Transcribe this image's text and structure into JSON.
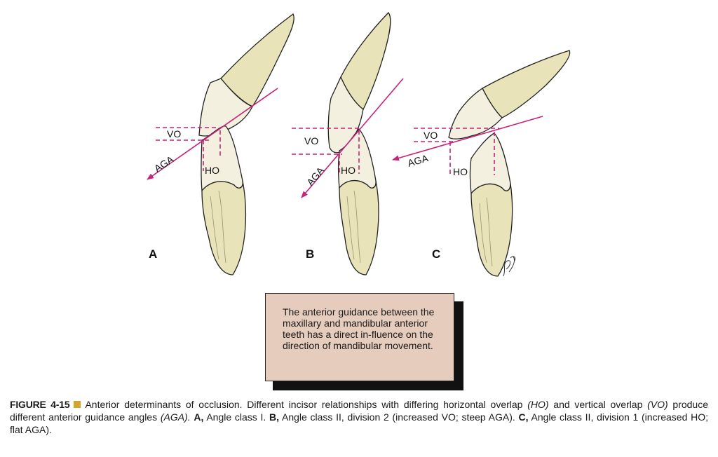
{
  "figure": {
    "panels": [
      {
        "id": "A",
        "label": "A",
        "annotations": {
          "vo": "VO",
          "ho": "HO",
          "aga": "AGA"
        }
      },
      {
        "id": "B",
        "label": "B",
        "annotations": {
          "vo": "VO",
          "ho": "HO",
          "aga": "AGA"
        }
      },
      {
        "id": "C",
        "label": "C",
        "annotations": {
          "vo": "VO",
          "ho": "HO",
          "aga": "AGA"
        }
      }
    ],
    "colors": {
      "crown": "#f3f0df",
      "root": "#e8e3b8",
      "guide_line": "#c8237a",
      "outline": "#222222"
    }
  },
  "callout": {
    "text": "The anterior guidance between the maxillary and mandibular anterior teeth has a direct in-fluence on the direction of mandibular movement."
  },
  "caption": {
    "label": "FIGURE 4-15",
    "t1": "Anterior determinants of occlusion. Different incisor relationships with differing horizontal overlap ",
    "ho": "(HO)",
    "t2": " and vertical overlap ",
    "vo": "(VO)",
    "t3": " produce different anterior guidance angles ",
    "aga": "(AGA).",
    "a_label": "A,",
    "a_text": " Angle class I. ",
    "b_label": "B,",
    "b_text": " Angle class II, division 2 (increased VO; steep AGA). ",
    "c_label": "C,",
    "c_text": " Angle class II, division 1 (increased HO; flat AGA)."
  }
}
